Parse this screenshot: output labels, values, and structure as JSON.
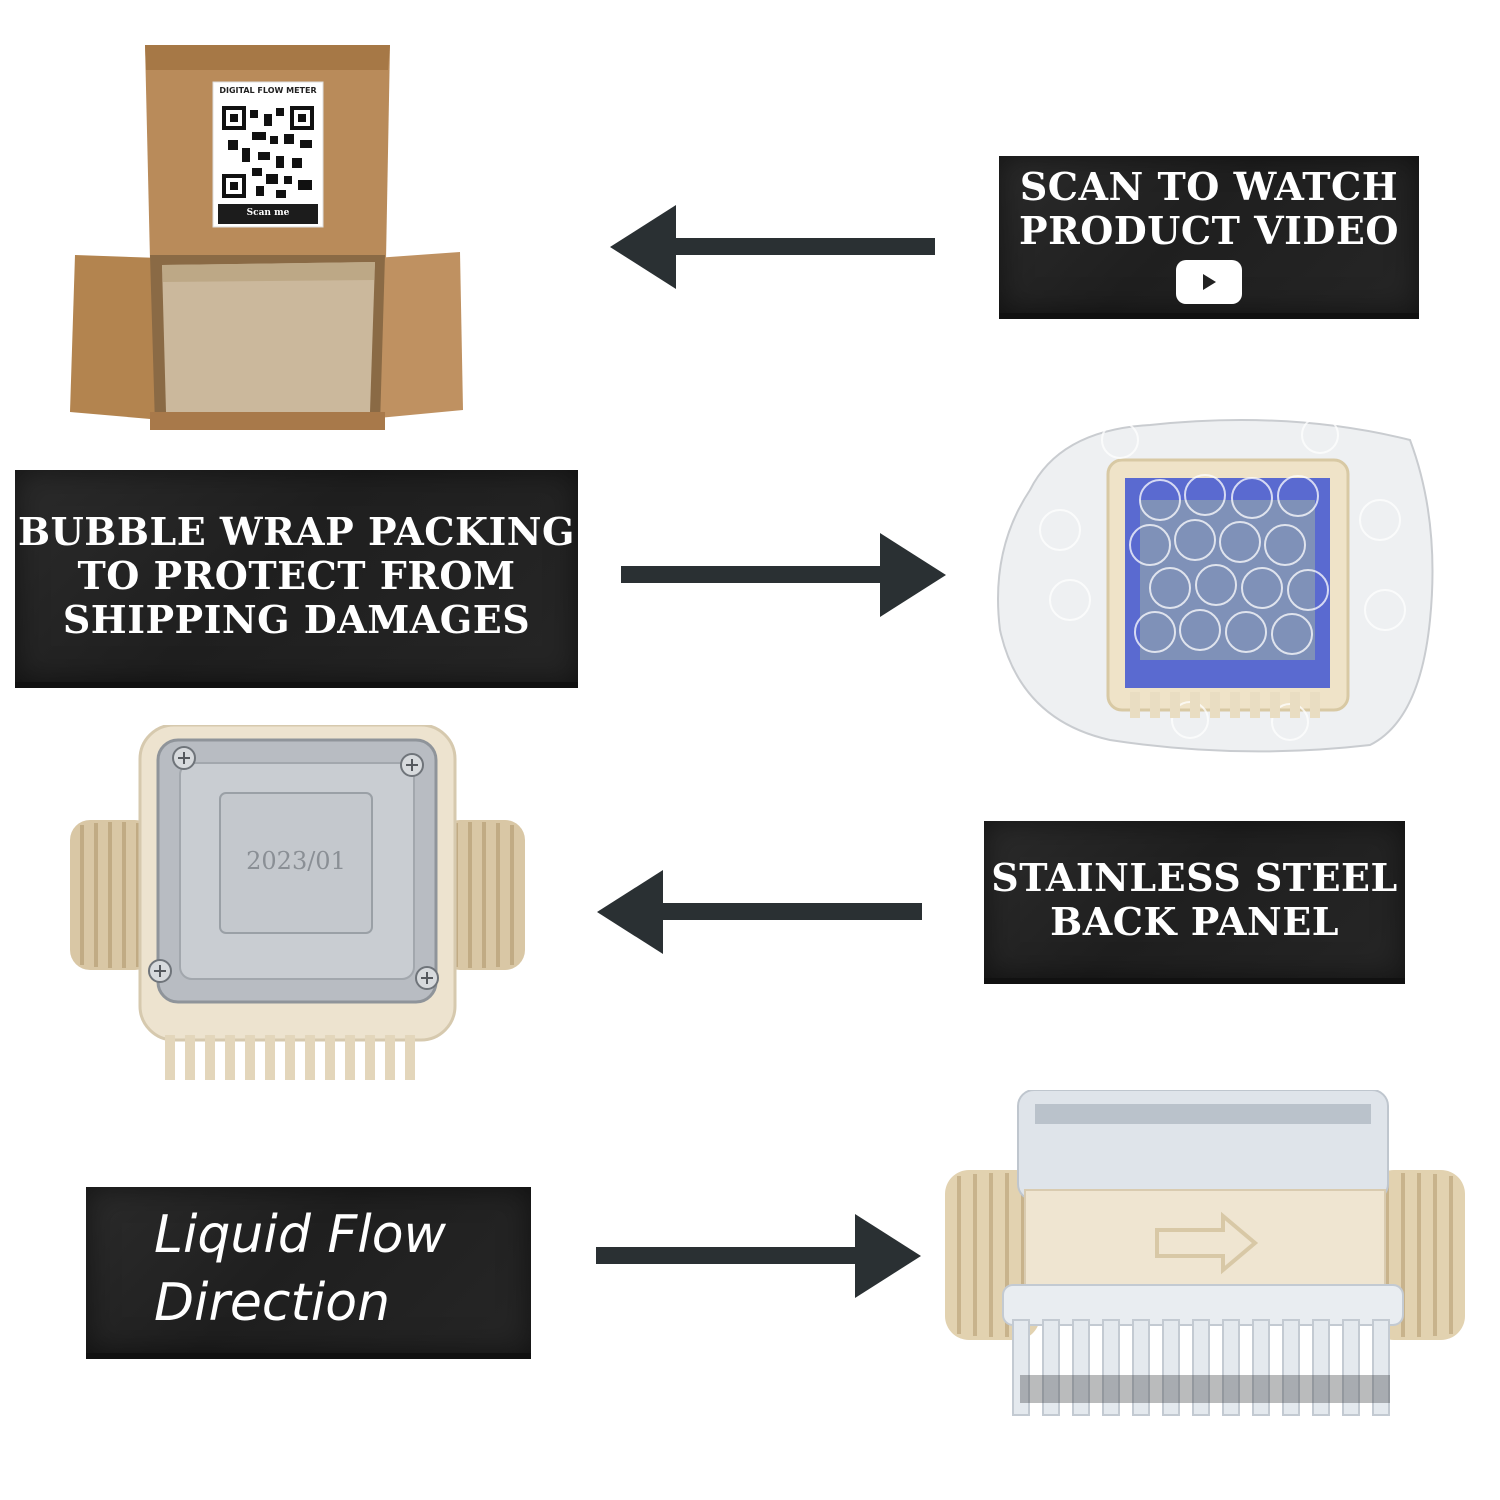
{
  "box_photo": {
    "sticker_title": "DIGITAL FLOW METER",
    "sticker_button": "Scan me"
  },
  "labels": {
    "video": {
      "lines": [
        "SCAN TO WATCH",
        "PRODUCT VIDEO"
      ],
      "icon": "youtube-play-icon"
    },
    "bubble": {
      "lines": [
        "BUBBLE WRAP PACKING",
        "TO PROTECT FROM",
        "SHIPPING DAMAGES"
      ]
    },
    "steel": {
      "lines": [
        "STAINLESS STEEL",
        "BACK PANEL"
      ]
    },
    "flow": {
      "lines": [
        "Liquid Flow",
        "Direction"
      ]
    }
  },
  "steel_photo": {
    "stamp": "2023/01"
  },
  "colors": {
    "label_bg": "#242424",
    "arrow": "#2a3033",
    "cardboard": "#b88a58",
    "plastic": "#e8dcc0"
  }
}
